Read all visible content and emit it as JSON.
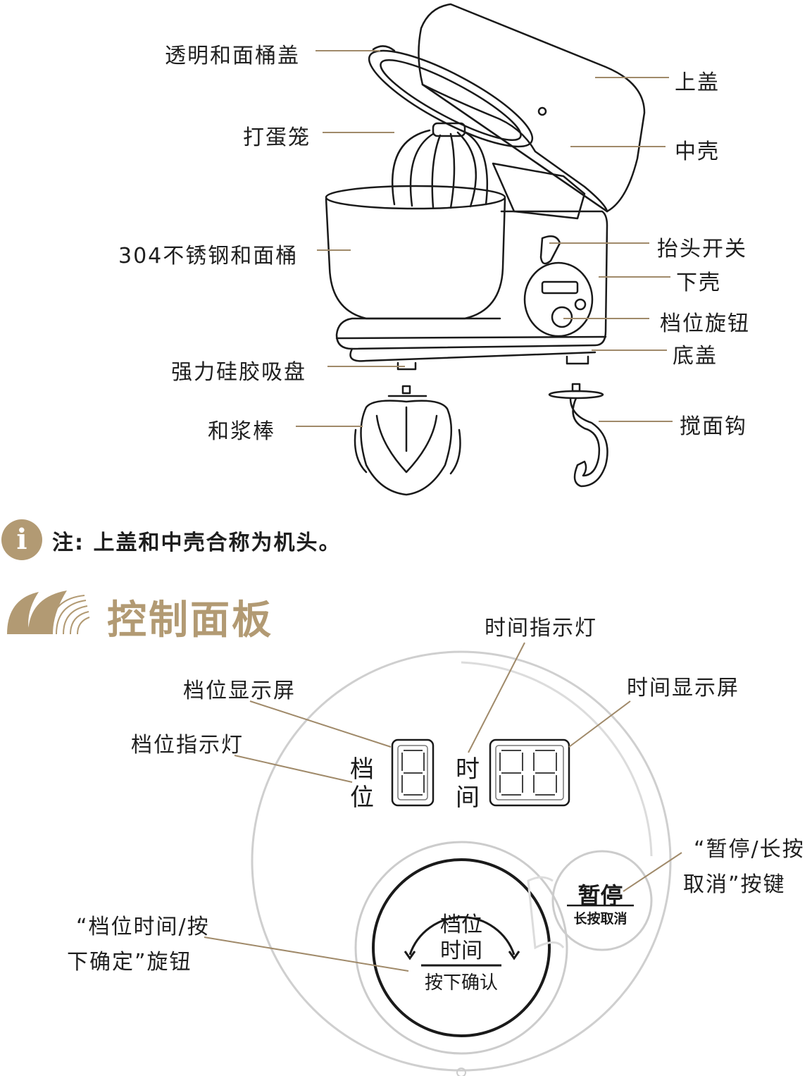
{
  "mixer_labels": {
    "lid_clear": "透明和面桶盖",
    "top_cover": "上盖",
    "whisk": "打蛋笼",
    "middle_shell": "中壳",
    "bowl": "304不锈钢和面桶",
    "head_lift_switch": "抬头开关",
    "lower_shell": "下壳",
    "speed_knob": "档位旋钮",
    "bottom_cover": "底盖",
    "suction_cup": "强力硅胶吸盘",
    "beater": "和浆棒",
    "dough_hook": "搅面钩"
  },
  "note": {
    "icon": "info-icon",
    "text": "注: 上盖和中壳合称为机头。"
  },
  "section": {
    "title": "控制面板"
  },
  "panel_labels": {
    "time_indicator": "时间指示灯",
    "gear_display": "档位显示屏",
    "time_display": "时间显示屏",
    "gear_indicator": "档位指示灯",
    "pause_button_l1": "“暂停/长按",
    "pause_button_l2": "取消”按键",
    "knob_l1": "“档位时间/按",
    "knob_l2": "下确定”旋钮"
  },
  "panel": {
    "gear_char1": "档",
    "gear_char2": "位",
    "time_char1": "时",
    "time_char2": "间",
    "knob_line1": "档位",
    "knob_line2": "时间",
    "knob_line3": "按下确认",
    "pause_main": "暂停",
    "pause_sub": "长按取消"
  },
  "colors": {
    "accent": "#b29a73",
    "leader": "#a08a6a"
  }
}
